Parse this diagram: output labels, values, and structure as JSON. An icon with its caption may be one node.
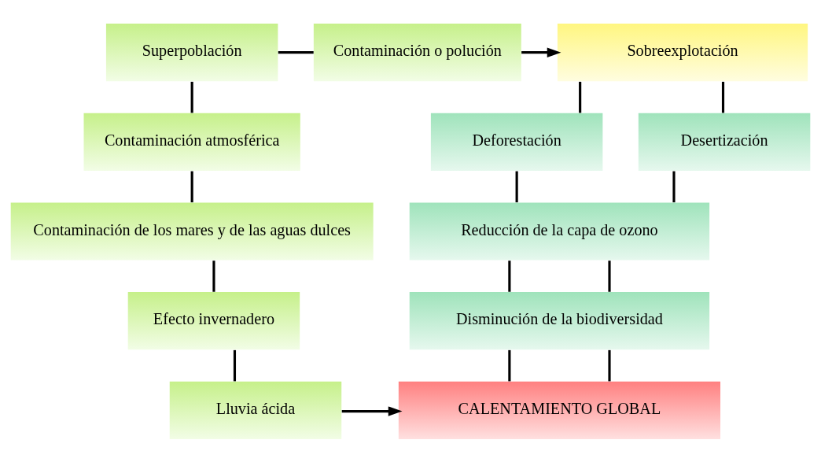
{
  "diagram": {
    "nodes": [
      {
        "text": [
          "Superpoblación"
        ]
      },
      {
        "text": [
          "Contaminación o polución"
        ]
      },
      {
        "text": [
          "Sobreexplotación"
        ]
      },
      {
        "text": [
          "Contaminación atmosférica"
        ]
      },
      {
        "text": [
          "Deforestación"
        ]
      },
      {
        "text": [
          "Desertización"
        ]
      },
      {
        "text": [
          "Contaminación de los mares y de las aguas dulces"
        ]
      },
      {
        "text": [
          "Reducción de la capa de ozono"
        ]
      },
      {
        "text": [
          "Disminución de la biodiversidad"
        ]
      },
      {
        "text": [
          "Efecto invernadero"
        ]
      },
      {
        "text": [
          "Lluvia ácida"
        ]
      },
      {
        "text": [
          "CALENTAMIENTO GLOBAL"
        ]
      }
    ],
    "edges": [
      {
        "from": 0,
        "to": 1,
        "arrow": "none"
      },
      {
        "from": 1,
        "to": 2,
        "arrow": "to"
      },
      {
        "from": 0,
        "to": 3,
        "arrow": "none"
      },
      {
        "from": 3,
        "to": 6,
        "arrow": "none"
      },
      {
        "from": 6,
        "to": 9,
        "arrow": "none"
      },
      {
        "from": 9,
        "to": 10,
        "arrow": "none"
      },
      {
        "from": 10,
        "to": 11,
        "arrow": "to"
      },
      {
        "from": 2,
        "to": 4,
        "arrow": "none"
      },
      {
        "from": 2,
        "to": 5,
        "arrow": "none"
      },
      {
        "from": 4,
        "to": 7,
        "arrow": "none"
      },
      {
        "from": 5,
        "to": 7,
        "arrow": "none"
      },
      {
        "from": 7,
        "to": 8,
        "arrow": "none"
      },
      {
        "from": 7,
        "to": 8,
        "arrow": "none"
      },
      {
        "from": 8,
        "to": 11,
        "arrow": "none"
      },
      {
        "from": 8,
        "to": 11,
        "arrow": "none"
      }
    ]
  }
}
